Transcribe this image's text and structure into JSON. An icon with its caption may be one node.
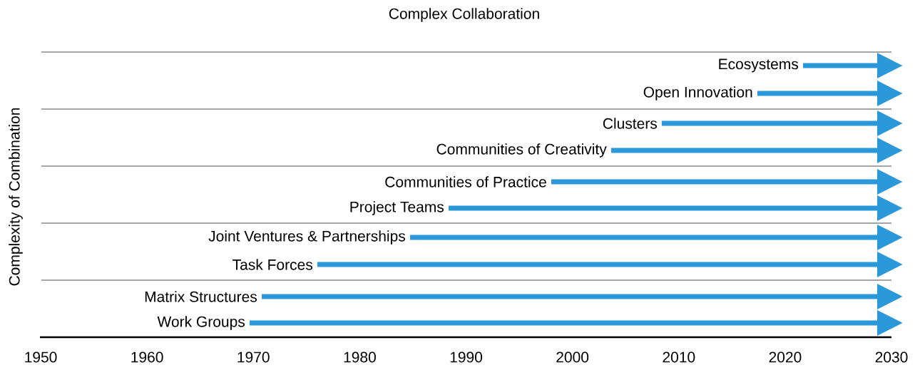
{
  "diagram": {
    "title": "Complex Collaboration",
    "nodes": [
      {
        "text": [
          "Ecosystems"
        ]
      },
      {
        "text": [
          "Open Innovation"
        ]
      },
      {
        "text": [
          "Clusters"
        ]
      },
      {
        "text": [
          "Communities of Creativity"
        ]
      },
      {
        "text": [
          "Communities of Practice"
        ]
      },
      {
        "text": [
          "Project Teams"
        ]
      },
      {
        "text": [
          "Joint Ventures & Partnerships"
        ]
      },
      {
        "text": [
          "Task Forces"
        ]
      },
      {
        "text": [
          "Matrix Structures"
        ]
      },
      {
        "text": [
          "Work Groups"
        ]
      }
    ],
    "edges": [
      {
        "from": 0,
        "to": null,
        "arrow": "to"
      },
      {
        "from": 1,
        "to": null,
        "arrow": "to"
      },
      {
        "from": 2,
        "to": null,
        "arrow": "to"
      },
      {
        "from": 3,
        "to": null,
        "arrow": "to"
      },
      {
        "from": 4,
        "to": null,
        "arrow": "to"
      },
      {
        "from": 5,
        "to": null,
        "arrow": "to"
      },
      {
        "from": 6,
        "to": null,
        "arrow": "to"
      },
      {
        "from": 7,
        "to": null,
        "arrow": "to"
      },
      {
        "from": 8,
        "to": null,
        "arrow": "to"
      },
      {
        "from": 9,
        "to": null,
        "arrow": "to"
      }
    ],
    "labels": [
      "Complexity of Combination",
      "1950",
      "1960",
      "1970",
      "1980",
      "1990",
      "2000",
      "2010",
      "2020",
      "2030"
    ]
  }
}
